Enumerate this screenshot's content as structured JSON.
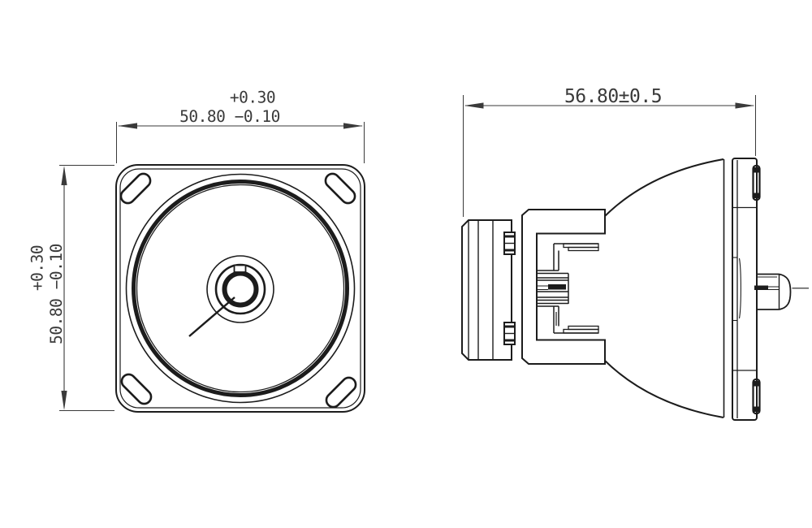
{
  "page": {
    "background": "#ffffff"
  },
  "drawing": {
    "line_color": "#1c1c1c",
    "dim_color": "#3a3a3a",
    "dimensions": {
      "front_width": {
        "value": "50.80",
        "upper_tol": "+0.30",
        "lower_tol": "−0.10",
        "label_main": "50.80 −0.10",
        "label_upper": "+0.30"
      },
      "front_height": {
        "value": "50.80",
        "upper_tol": "+0.30",
        "lower_tol": "−0.10",
        "label_main": "50.80 −0.10",
        "label_upper": "+0.30"
      },
      "side_depth": {
        "value": "56.80",
        "tol": "±0.5",
        "label": "56.80±0.5"
      }
    }
  }
}
